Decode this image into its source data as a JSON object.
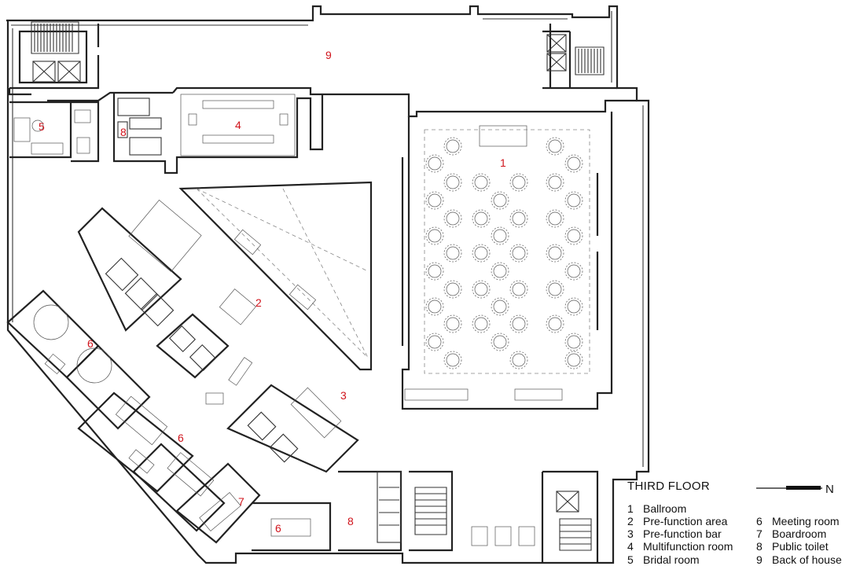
{
  "room_numbers": {
    "ballroom": "1",
    "prefunction_area": "2",
    "prefunction_bar": "3",
    "multifunction_room": "4",
    "bridal_room": "5",
    "meeting_room_a": "6",
    "meeting_room_b": "6",
    "meeting_room_c": "6",
    "boardroom": "7",
    "public_toilet_a": "8",
    "public_toilet_b": "8",
    "back_of_house": "9"
  },
  "legend": {
    "title": "THIRD FLOOR",
    "items": [
      {
        "num": "1",
        "label": "Ballroom"
      },
      {
        "num": "2",
        "label": "Pre-function area"
      },
      {
        "num": "3",
        "label": "Pre-function bar"
      },
      {
        "num": "4",
        "label": "Multifunction room"
      },
      {
        "num": "5",
        "label": "Bridal room"
      },
      {
        "num": "6",
        "label": "Meeting room"
      },
      {
        "num": "7",
        "label": "Boardroom"
      },
      {
        "num": "8",
        "label": "Public toilet"
      },
      {
        "num": "9",
        "label": "Back of house"
      }
    ]
  },
  "north_arrow": {
    "label": "N"
  },
  "colors": {
    "room_number": "#d0141c",
    "walls": "#222222",
    "furniture": "#555555"
  }
}
